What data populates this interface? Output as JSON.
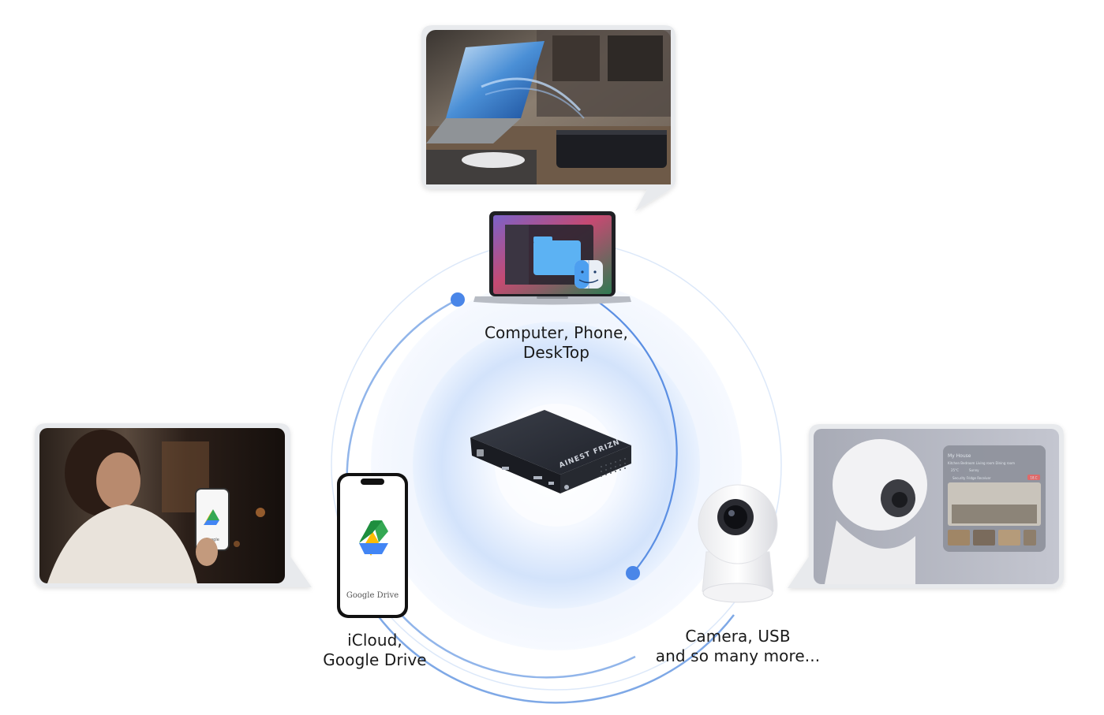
{
  "labels": {
    "computer_line1": "Computer, Phone,",
    "computer_line2": "DeskTop",
    "cloud_line1": "iCloud,",
    "cloud_line2": "Google Drive",
    "camera_line1": "Camera, USB",
    "camera_line2": "and so many more..."
  },
  "device": {
    "brand": "AINEST FRIZN"
  },
  "phone": {
    "app_name": "Google Drive",
    "small_text": "Google"
  },
  "smart_home": {
    "title": "My House",
    "tabs": "Kitchen  Bedroom  Living room  Dining room",
    "temp": "25°C",
    "weather": "Sunny",
    "status": "Security Fridge Receiver",
    "badge": "18.C"
  },
  "colors": {
    "ring": "#8fb4ea",
    "dot": "#4a86e8",
    "glow": "#d7e6fb",
    "card_border": "#e7e9ed"
  }
}
